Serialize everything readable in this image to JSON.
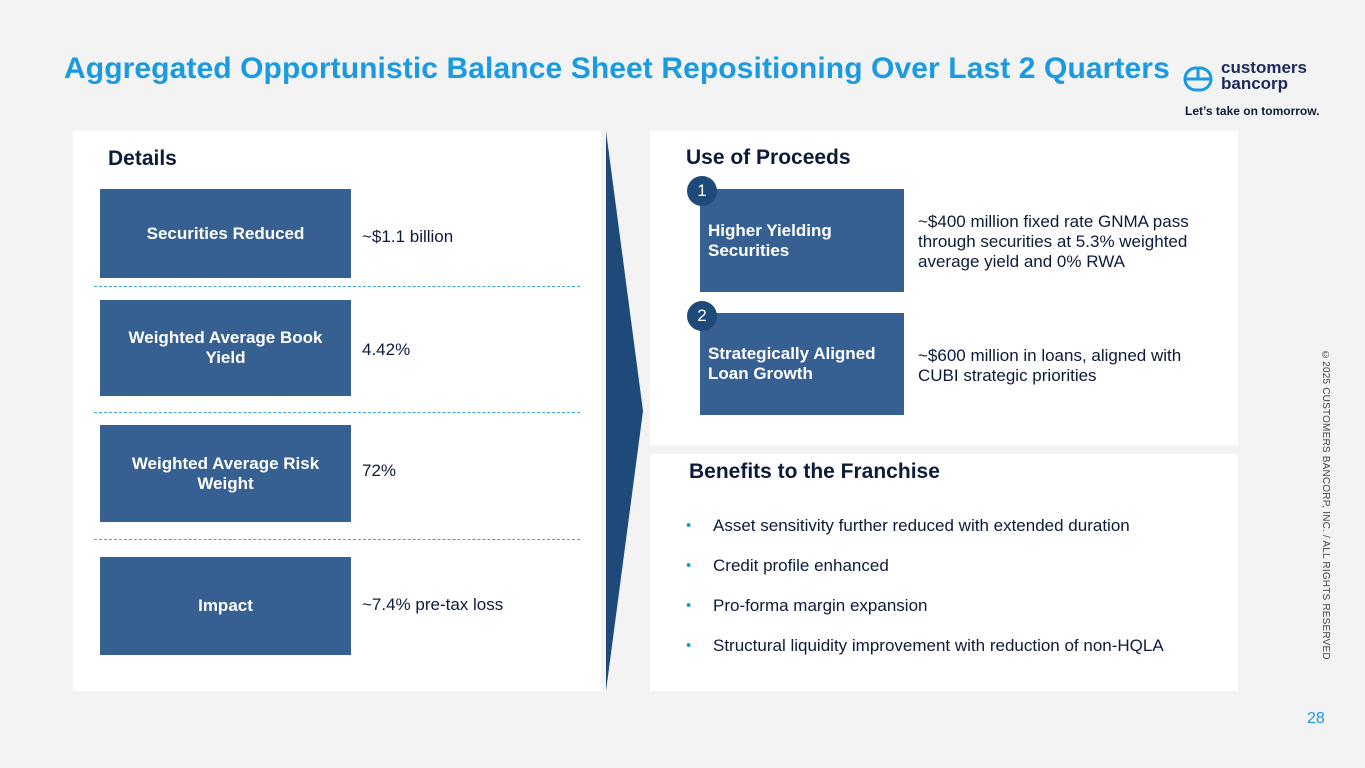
{
  "title": "Aggregated Opportunistic Balance Sheet Repositioning Over Last 2 Quarters",
  "logo": {
    "line1": "customers",
    "line2": "bancorp",
    "tagline": "Let’s take on tomorrow."
  },
  "details": {
    "heading": "Details",
    "rows": [
      {
        "label": "Securities Reduced",
        "value": "~$1.1 billion"
      },
      {
        "label": "Weighted Average Book Yield",
        "value": "4.42%"
      },
      {
        "label": "Weighted Average Risk Weight",
        "value": "72%"
      },
      {
        "label": "Impact",
        "value": "~7.4% pre-tax loss"
      }
    ]
  },
  "use_of_proceeds": {
    "heading": "Use of Proceeds",
    "items": [
      {
        "num": "1",
        "label": "Higher Yielding Securities",
        "desc": "~$400 million fixed rate GNMA pass through securities at 5.3% weighted average yield and 0% RWA"
      },
      {
        "num": "2",
        "label": "Strategically Aligned Loan Growth",
        "desc": "~$600 million in loans, aligned with CUBI strategic priorities"
      }
    ]
  },
  "benefits": {
    "heading": "Benefits to the Franchise",
    "items": [
      "Asset sensitivity further reduced with extended duration",
      "Credit profile enhanced",
      "Pro-forma margin expansion",
      "Structural liquidity improvement with reduction of non-HQLA"
    ]
  },
  "copyright": "©2025 CUSTOMERS BANCORP, INC. / ALL RIGHTS RESERVED",
  "page_number": "28",
  "colors": {
    "title": "#1a9ae0",
    "box": "#365f92",
    "dark_navy": "#1e4a7a",
    "bullet": "#1aa3b8"
  }
}
